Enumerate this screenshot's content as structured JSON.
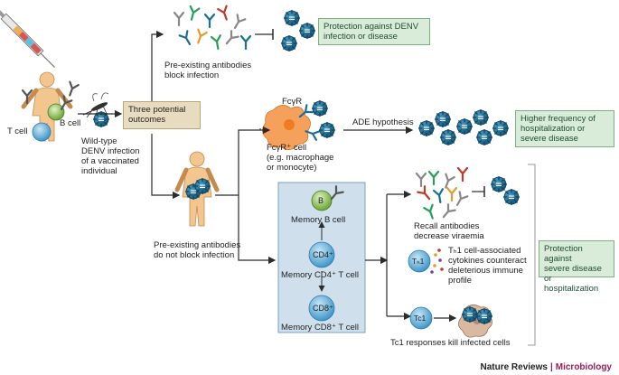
{
  "labels": {
    "t_cell": "T cell",
    "b_cell": "B cell",
    "wild_type": "Wild-type\nDENV infection\nof a vaccinated\nindividual",
    "three_outcomes": "Three potential\noutcomes",
    "preexisting_block": "Pre-existing antibodies\nblock infection",
    "protection_denv": "Protection against DENV\ninfection or disease",
    "fcgr": "FcγR",
    "fcgr_cell": "FcγR⁺ cell\n(e.g. macrophage\nor monocyte)",
    "ade": "ADE hypothesis",
    "higher_freq": "Higher frequency of\nhospitalization or\nsevere disease",
    "preexisting_not_block": "Pre-existing antibodies\ndo not block infection",
    "memory_b": "Memory B cell",
    "memory_cd4": "Memory CD4⁺ T cell",
    "memory_cd8": "Memory CD8⁺ T cell",
    "b_letter": "B",
    "cd4_letter": "CD4⁺",
    "cd8_letter": "CD8⁺",
    "recall": "Recall antibodies\ndecrease viraemia",
    "th1": "Tₕ1 cell-associated\ncytokines counteract\ndeleterious immune\nprofile",
    "th1_letter": "Tₕ1",
    "tc1_letter": "Tc1",
    "tc1_kill": "Tc1 responses kill infected cells",
    "protection_severe": "Protection against\nsevere disease or\nhospitalization"
  },
  "footer": {
    "journal": "Nature Reviews",
    "section": "Microbiology"
  },
  "colors": {
    "arrow": "#2b2b2b",
    "virus": "#1c6e93",
    "virus_light": "#5fb3d6",
    "green_box": "#d9ecd9",
    "macrophage": "#f08a3a",
    "t_cell": "#6db6e0",
    "b_cell": "#8bc34a",
    "brand": "#9a1b5b"
  }
}
